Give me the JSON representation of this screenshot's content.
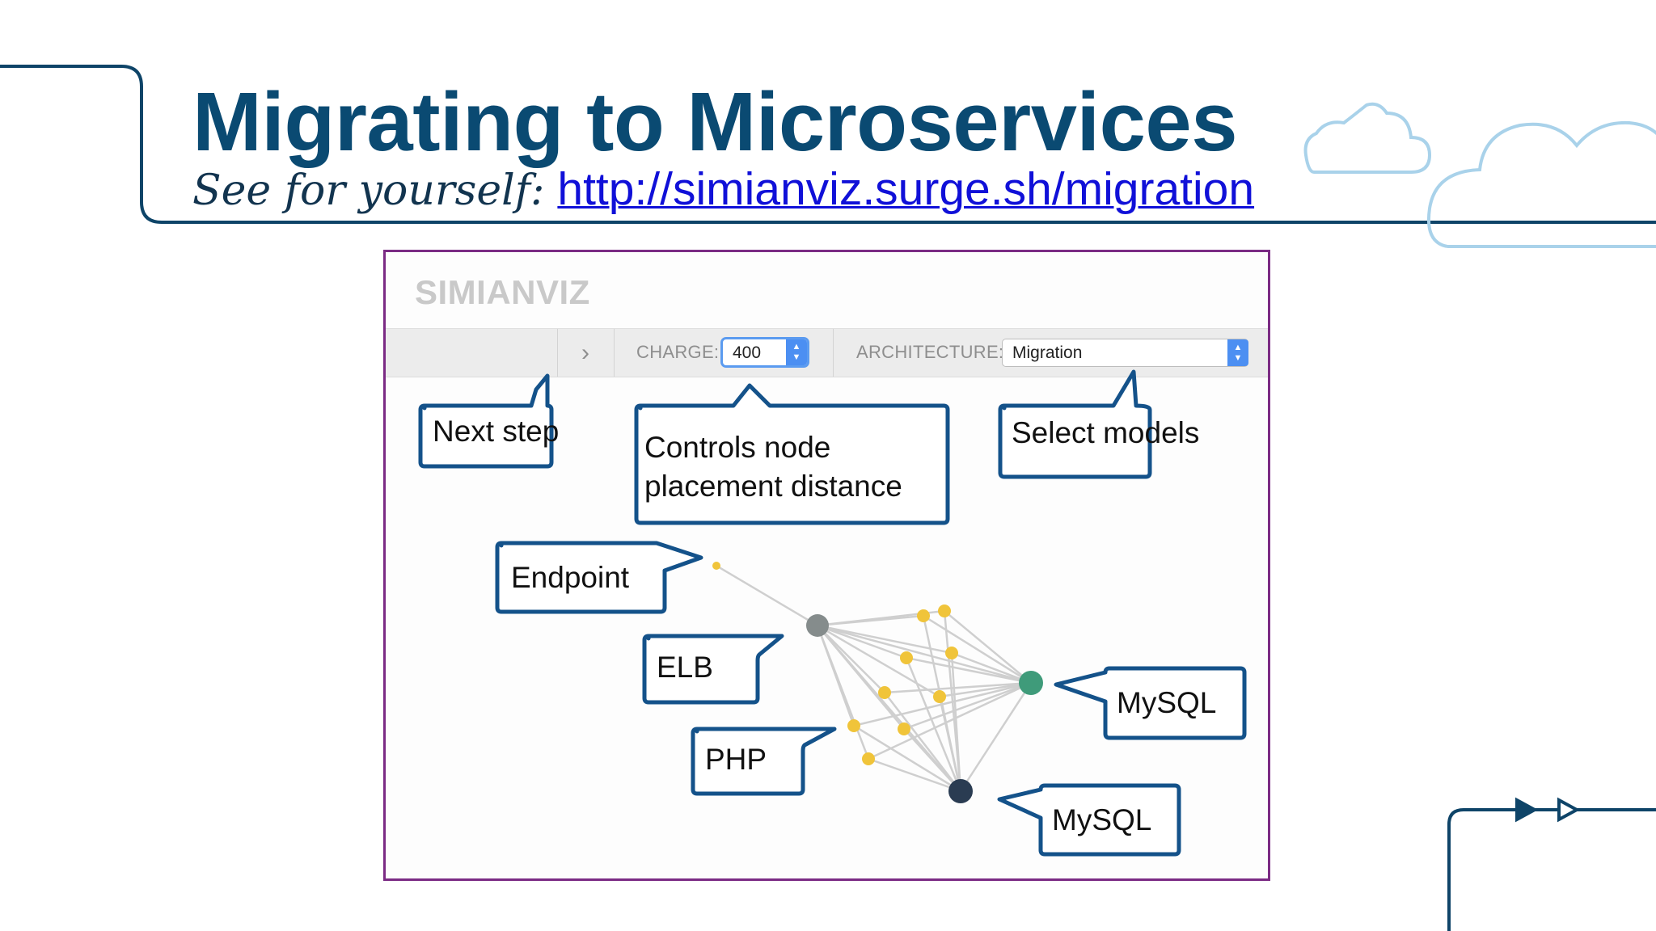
{
  "slide": {
    "title": "Migrating to Microservices",
    "subtitle_lead": "See for yourself:",
    "subtitle_link": "http://simianviz.surge.sh/migration",
    "accent_color": "#0a4a72",
    "link_color": "#1010d8"
  },
  "app": {
    "brand": "SIMIANVIZ",
    "toolbar": {
      "next_glyph": "›",
      "charge_label": "CHARGE:",
      "charge_value": "400",
      "architecture_label": "ARCHITECTURE:",
      "architecture_value": "Migration"
    }
  },
  "callouts": {
    "next_step": "Next step",
    "controls_line1": "Controls node",
    "controls_line2": "placement distance",
    "select_models": "Select models",
    "endpoint": "Endpoint",
    "elb": "ELB",
    "php": "PHP",
    "mysql_1": "MySQL",
    "mysql_2": "MySQL"
  },
  "graph_colors": {
    "endpoint": "#f0c43a",
    "elb": "#858c8c",
    "php": "#f0c43a",
    "mysql_primary": "#3f9b7a",
    "mysql_secondary": "#2a3c52",
    "edges": "#cfcfcf"
  }
}
